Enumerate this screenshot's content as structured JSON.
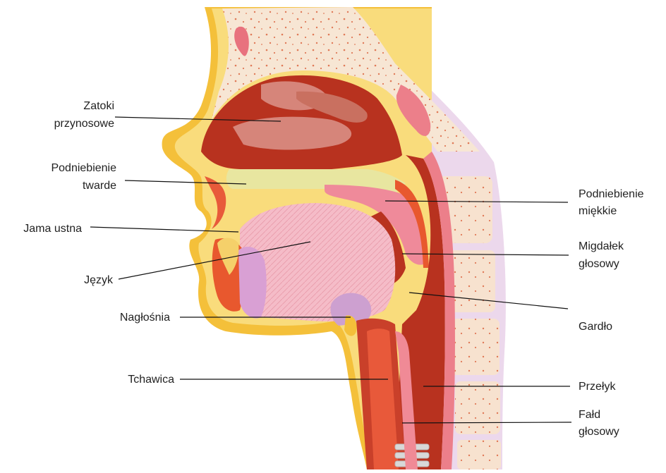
{
  "diagram": {
    "labels": {
      "zatoki_1": "Zatoki",
      "zatoki_2": "przynosowe",
      "podn_twarde_1": "Podniebienie",
      "podn_twarde_2": "twarde",
      "jama_ustna": "Jama ustna",
      "jezyk": "Język",
      "naglosnia": "Nagłośnia",
      "tchawica": "Tchawica",
      "podn_miekkie_1": "Podniebienie",
      "podn_miekkie_2": "miękkie",
      "migdalek_1": "Migdałek",
      "migdalek_2": "głosowy",
      "gardlo": "Gardło",
      "przelyk": "Przełyk",
      "fald_1": "Fałd",
      "fald_2": "głosowy"
    },
    "colors": {
      "skin": "#f4c03a",
      "skin_inner": "#f9dc7c",
      "bone": "#f7e6d4",
      "bone_dots": "#e07a58",
      "cavity": "#b8321f",
      "mucosa": "#ec8a96",
      "tongue": "#f5bcc8",
      "muscle": "#e85a3a",
      "spine": "#e8d4e8"
    }
  }
}
